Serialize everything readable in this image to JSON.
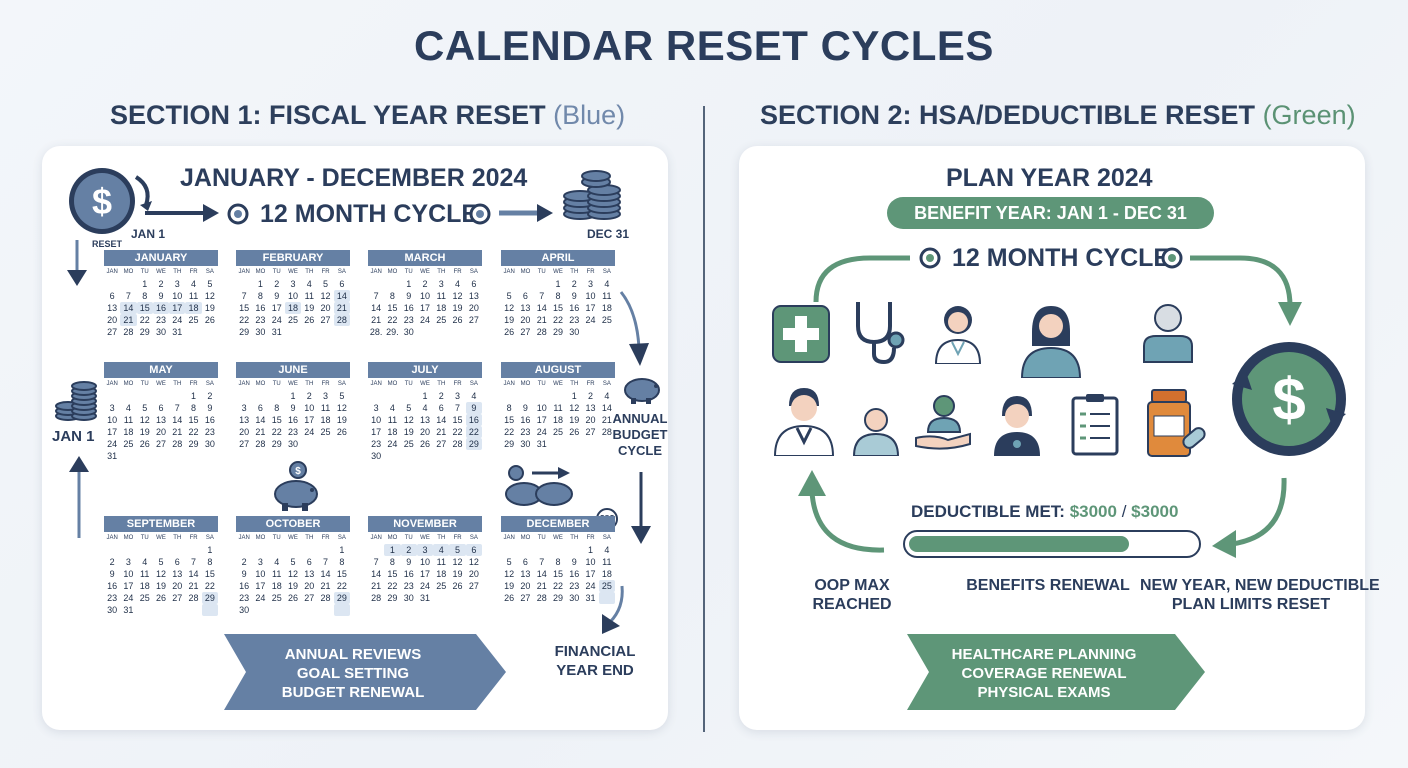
{
  "title": "CALENDAR RESET CYCLES",
  "section1": {
    "title": "SECTION 1: FISCAL YEAR RESET",
    "tag": "(Blue)",
    "heading": "JANUARY - DECEMBER 2024",
    "cycle": "12 MONTH CYCLE",
    "reset_label": "RESET",
    "jan1_label": "JAN 1",
    "dec31_label": "DEC 31",
    "jan1_side": "JAN 1",
    "annual_budget_cycle": [
      "ANNUAL",
      "BUDGET",
      "CYCLE"
    ],
    "financial_year_end": [
      "FINANCIAL",
      "YEAR END"
    ],
    "stamp_text": "CSC",
    "chevron": [
      "ANNUAL REVIEWS",
      "GOAL SETTING",
      "BUDGET RENEWAL"
    ],
    "months": [
      {
        "name": "JANUARY",
        "weekdays": [
          "JAN",
          "MO",
          "TU",
          "WE",
          "TH",
          "FR",
          "SA"
        ],
        "hl": [
          [
            2,
            1
          ],
          [
            2,
            2
          ],
          [
            2,
            3
          ],
          [
            2,
            4
          ],
          [
            2,
            5
          ],
          [
            3,
            1
          ]
        ],
        "rows": [
          [
            "",
            "",
            "1",
            "2",
            "3",
            "4",
            "5"
          ],
          [
            "6",
            "7",
            "8",
            "9",
            "10",
            "11",
            "12"
          ],
          [
            "13",
            "14",
            "15",
            "16",
            "17",
            "18",
            "19"
          ],
          [
            "20",
            "21",
            "22",
            "23",
            "24",
            "25",
            "26"
          ],
          [
            "27",
            "28",
            "29",
            "30",
            "31",
            "",
            ""
          ]
        ]
      },
      {
        "name": "FEBRUARY",
        "weekdays": [
          "JAN",
          "MO",
          "TU",
          "WE",
          "TH",
          "FR",
          "SA"
        ],
        "hl": [
          [
            1,
            6
          ],
          [
            2,
            3
          ],
          [
            2,
            6
          ],
          [
            3,
            6
          ]
        ],
        "rows": [
          [
            "",
            "1",
            "2",
            "3",
            "4",
            "5",
            "6"
          ],
          [
            "7",
            "8",
            "9",
            "10",
            "11",
            "12",
            "14"
          ],
          [
            "15",
            "16",
            "17",
            "18",
            "19",
            "20",
            "21"
          ],
          [
            "22",
            "23",
            "24",
            "25",
            "26",
            "27",
            "28"
          ],
          [
            "29",
            "30",
            "31",
            "",
            "",
            "",
            ""
          ]
        ]
      },
      {
        "name": "MARCH",
        "weekdays": [
          "JAN",
          "MO",
          "TU",
          "WE",
          "TH",
          "FR",
          "SA"
        ],
        "hl": [],
        "rows": [
          [
            "",
            "",
            "1",
            "2",
            "3",
            "4",
            "6"
          ],
          [
            "7",
            "8",
            "9",
            "10",
            "11",
            "12",
            "13"
          ],
          [
            "14",
            "15",
            "16",
            "17",
            "18",
            "19",
            "20"
          ],
          [
            "21",
            "22",
            "23",
            "24",
            "25",
            "26",
            "27"
          ],
          [
            "28.",
            "29.",
            "30",
            "",
            "",
            "",
            ""
          ]
        ]
      },
      {
        "name": "APRIL",
        "weekdays": [
          "JAN",
          "MO",
          "TU",
          "WE",
          "TH",
          "FR",
          "SA"
        ],
        "hl": [],
        "rows": [
          [
            "",
            "",
            "",
            "1",
            "2",
            "3",
            "4"
          ],
          [
            "5",
            "6",
            "7",
            "8",
            "9",
            "10",
            "11"
          ],
          [
            "12",
            "13",
            "14",
            "15",
            "16",
            "17",
            "18"
          ],
          [
            "19",
            "20",
            "21",
            "22",
            "23",
            "24",
            "25"
          ],
          [
            "26",
            "27",
            "28",
            "29",
            "30",
            "",
            ""
          ]
        ]
      },
      {
        "name": "MAY",
        "weekdays": [
          "JAN",
          "MO",
          "TU",
          "WE",
          "TH",
          "FR",
          "SA"
        ],
        "hl": [],
        "rows": [
          [
            "",
            "",
            "",
            "",
            "",
            "1",
            "2"
          ],
          [
            "3",
            "4",
            "5",
            "6",
            "7",
            "8",
            "9"
          ],
          [
            "10",
            "11",
            "12",
            "13",
            "14",
            "15",
            "16"
          ],
          [
            "17",
            "18",
            "19",
            "20",
            "21",
            "22",
            "23"
          ],
          [
            "24",
            "25",
            "26",
            "27",
            "28",
            "29",
            "30"
          ],
          [
            "31",
            "",
            "",
            "",
            "",
            "",
            ""
          ]
        ]
      },
      {
        "name": "JUNE",
        "weekdays": [
          "JAN",
          "MO",
          "TU",
          "WE",
          "TH",
          "FR",
          "SA"
        ],
        "hl": [],
        "rows": [
          [
            "",
            "",
            "",
            "1",
            "2",
            "3",
            "5"
          ],
          [
            "3",
            "6",
            "8",
            "9",
            "10",
            "11",
            "12"
          ],
          [
            "13",
            "14",
            "15",
            "16",
            "17",
            "18",
            "19"
          ],
          [
            "20",
            "21",
            "22",
            "23",
            "24",
            "25",
            "26"
          ],
          [
            "27",
            "28",
            "29",
            "30",
            "",
            "",
            ""
          ]
        ]
      },
      {
        "name": "JULY",
        "weekdays": [
          "JAN",
          "MO",
          "TU",
          "WE",
          "TH",
          "FR",
          "SA"
        ],
        "hl": [
          [
            1,
            6
          ],
          [
            2,
            6
          ],
          [
            3,
            6
          ],
          [
            4,
            6
          ]
        ],
        "rows": [
          [
            "",
            "",
            "",
            "1",
            "2",
            "3",
            "4"
          ],
          [
            "3",
            "4",
            "5",
            "4",
            "6",
            "7",
            "9"
          ],
          [
            "10",
            "11",
            "12",
            "13",
            "14",
            "15",
            "16"
          ],
          [
            "17",
            "18",
            "19",
            "20",
            "21",
            "22",
            "22"
          ],
          [
            "23",
            "24",
            "25",
            "26",
            "27",
            "28",
            "29"
          ],
          [
            "30",
            "",
            "",
            "",
            "",
            "",
            ""
          ]
        ]
      },
      {
        "name": "AUGUST",
        "weekdays": [
          "JAN",
          "MO",
          "TU",
          "WE",
          "TH",
          "FR",
          "SA"
        ],
        "hl": [],
        "rows": [
          [
            "",
            "",
            "",
            "",
            "1",
            "2",
            "4"
          ],
          [
            "8",
            "9",
            "10",
            "11",
            "12",
            "13",
            "14"
          ],
          [
            "15",
            "16",
            "17",
            "18",
            "19",
            "20",
            "21"
          ],
          [
            "22",
            "23",
            "24",
            "25",
            "26",
            "27",
            "28"
          ],
          [
            "29",
            "30",
            "31",
            "",
            "",
            "",
            ""
          ]
        ]
      },
      {
        "name": "SEPTEMBER",
        "weekdays": [
          "JAN",
          "MO",
          "TU",
          "WE",
          "TH",
          "FR",
          "SA"
        ],
        "hl": [
          [
            4,
            6
          ],
          [
            5,
            6
          ]
        ],
        "rows": [
          [
            "",
            "",
            "",
            "",
            "",
            "",
            "1"
          ],
          [
            "2",
            "3",
            "4",
            "5",
            "6",
            "7",
            "8"
          ],
          [
            "9",
            "10",
            "11",
            "12",
            "13",
            "14",
            "15"
          ],
          [
            "16",
            "17",
            "18",
            "19",
            "20",
            "21",
            "22"
          ],
          [
            "23",
            "24",
            "25",
            "26",
            "27",
            "28",
            "29"
          ],
          [
            "30",
            "31",
            "",
            "",
            "",
            "",
            ""
          ]
        ]
      },
      {
        "name": "OCTOBER",
        "weekdays": [
          "JAN",
          "MO",
          "TU",
          "WE",
          "TH",
          "FR",
          "SA"
        ],
        "hl": [
          [
            4,
            6
          ],
          [
            5,
            6
          ]
        ],
        "rows": [
          [
            "",
            "",
            "",
            "",
            "",
            "",
            "1"
          ],
          [
            "2",
            "3",
            "4",
            "5",
            "6",
            "7",
            "8"
          ],
          [
            "9",
            "10",
            "11",
            "12",
            "13",
            "14",
            "15"
          ],
          [
            "16",
            "17",
            "18",
            "19",
            "20",
            "21",
            "22"
          ],
          [
            "23",
            "24",
            "25",
            "26",
            "27",
            "28",
            "29"
          ],
          [
            "30",
            "",
            "",
            "",
            "",
            "",
            ""
          ]
        ]
      },
      {
        "name": "NOVEMBER",
        "weekdays": [
          "JAN",
          "MO",
          "TU",
          "WE",
          "TH",
          "FR",
          "SA"
        ],
        "hl": [
          [
            0,
            1
          ],
          [
            0,
            2
          ],
          [
            0,
            3
          ],
          [
            0,
            4
          ],
          [
            0,
            5
          ],
          [
            0,
            6
          ]
        ],
        "rows": [
          [
            "",
            "1",
            "2",
            "3",
            "4",
            "5",
            "6"
          ],
          [
            "7",
            "8",
            "9",
            "10",
            "11",
            "12",
            "12"
          ],
          [
            "14",
            "15",
            "16",
            "17",
            "18",
            "19",
            "20"
          ],
          [
            "21",
            "22",
            "23",
            "24",
            "25",
            "26",
            "27"
          ],
          [
            "28",
            "29",
            "30",
            "31",
            "",
            "",
            ""
          ]
        ]
      },
      {
        "name": "DECEMBER",
        "weekdays": [
          "JAN",
          "MO",
          "TU",
          "WE",
          "TH",
          "FR",
          "SA"
        ],
        "hl": [
          [
            3,
            6
          ],
          [
            4,
            6
          ]
        ],
        "rows": [
          [
            "",
            "",
            "",
            "",
            "",
            "1",
            "4"
          ],
          [
            "5",
            "6",
            "7",
            "8",
            "9",
            "10",
            "11"
          ],
          [
            "12",
            "13",
            "14",
            "15",
            "16",
            "17",
            "18"
          ],
          [
            "19",
            "20",
            "21",
            "22",
            "23",
            "24",
            "25"
          ],
          [
            "26",
            "27",
            "28",
            "29",
            "30",
            "31",
            ""
          ]
        ]
      }
    ]
  },
  "section2": {
    "title": "SECTION 2: HSA/DEDUCTIBLE RESET",
    "tag": "(Green)",
    "heading": "PLAN YEAR 2024",
    "benefit_year": "BENEFIT YEAR: JAN 1 - DEC 31",
    "cycle": "12 MONTH CYCLE",
    "deductible_label": "DEDUCTIBLE MET:",
    "deductible_met": "$3000",
    "deductible_sep": "/",
    "deductible_total": "$3000",
    "progress_fraction": 0.77,
    "oop": [
      "OOP MAX",
      "REACHED"
    ],
    "benefits_renewal": "BENEFITS RENEWAL",
    "new_year": [
      "NEW YEAR, NEW DEDUCTIBLE",
      "PLAN LIMITS RESET"
    ],
    "chevron": [
      "HEALTHCARE PLANNING",
      "COVERAGE RENEWAL",
      "PHYSICAL EXAMS"
    ]
  },
  "colors": {
    "blue": "#6580a4",
    "green": "#5e9678",
    "navy": "#2b3d5c"
  }
}
